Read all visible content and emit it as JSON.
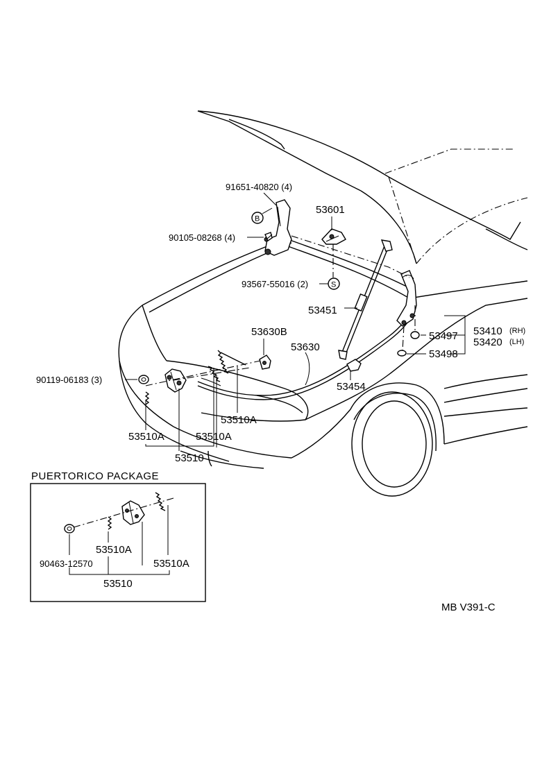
{
  "labels": {
    "p91651": "91651-40820 (4)",
    "p53601": "53601",
    "p90105": "90105-08268 (4)",
    "p93567": "93567-55016 (2)",
    "p53451": "53451",
    "p53630b": "53630B",
    "p53630": "53630",
    "p53497": "53497",
    "p53498": "53498",
    "p53410": "53410",
    "p53410_side": "(RH)",
    "p53420": "53420",
    "p53420_side": "(LH)",
    "p90119": "90119-06183 (3)",
    "p53454": "53454",
    "p53510a_1": "53510A",
    "p53510a_2": "53510A",
    "p53510a_3": "53510A",
    "p53510": "53510",
    "circle_b": "B",
    "circle_s": "S"
  },
  "inset": {
    "title": "PUERTORICO PACKAGE",
    "p53510a_left": "53510A",
    "p53510a_right": "53510A",
    "p90463": "90463-12570",
    "p53510": "53510"
  },
  "ref_code": "MB V391-C"
}
